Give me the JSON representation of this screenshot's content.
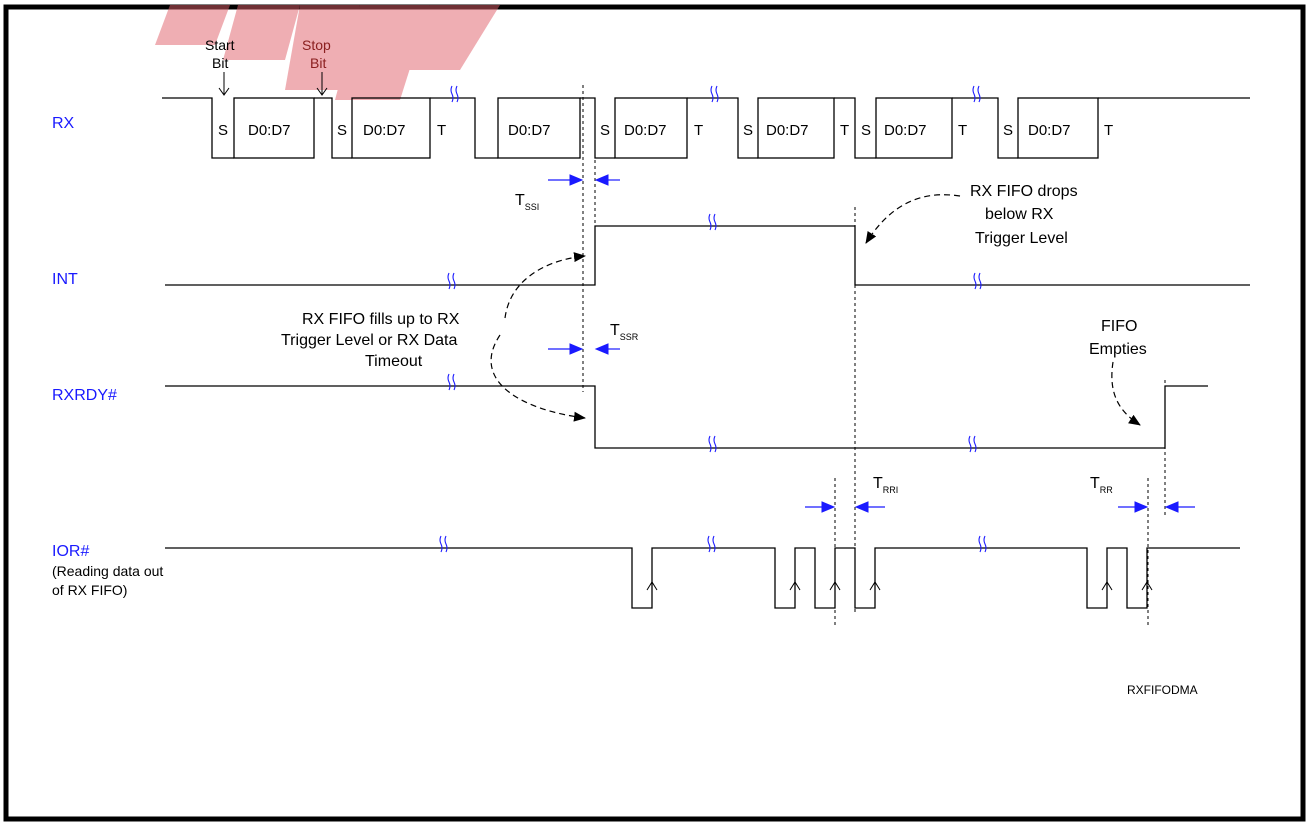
{
  "signals": {
    "rx": "RX",
    "int": "INT",
    "rxrdy": "RXRDY#",
    "ior": "IOR#",
    "ior_note_1": "(Reading data out",
    "ior_note_2": "of RX FIFO)"
  },
  "rx_labels": {
    "start_1": "Start",
    "start_2": "Bit",
    "stop_1": "Stop",
    "stop_2": "Bit",
    "s": "S",
    "data": "D0:D7",
    "t": "T"
  },
  "timing": {
    "tssi_main": "T",
    "tssi_sub": "SSI",
    "tssr_main": "T",
    "tssr_sub": "SSR",
    "trri_main": "T",
    "trri_sub": "RRI",
    "trr_main": "T",
    "trr_sub": "RR"
  },
  "annotations": {
    "fills_1": "RX FIFO fills up to RX",
    "fills_2": "Trigger Level or RX Data",
    "fills_3": "Timeout",
    "drops_1": "RX FIFO drops",
    "drops_2": "below RX",
    "drops_3": "Trigger Level",
    "empties_1": "FIFO",
    "empties_2": "Empties"
  },
  "figure_id": "RXFIFODMA",
  "colors": {
    "signal_label": "#1a1aff",
    "timing_arrow": "#1a1aff",
    "frame": "#000000",
    "watermark": "#e0606a"
  }
}
